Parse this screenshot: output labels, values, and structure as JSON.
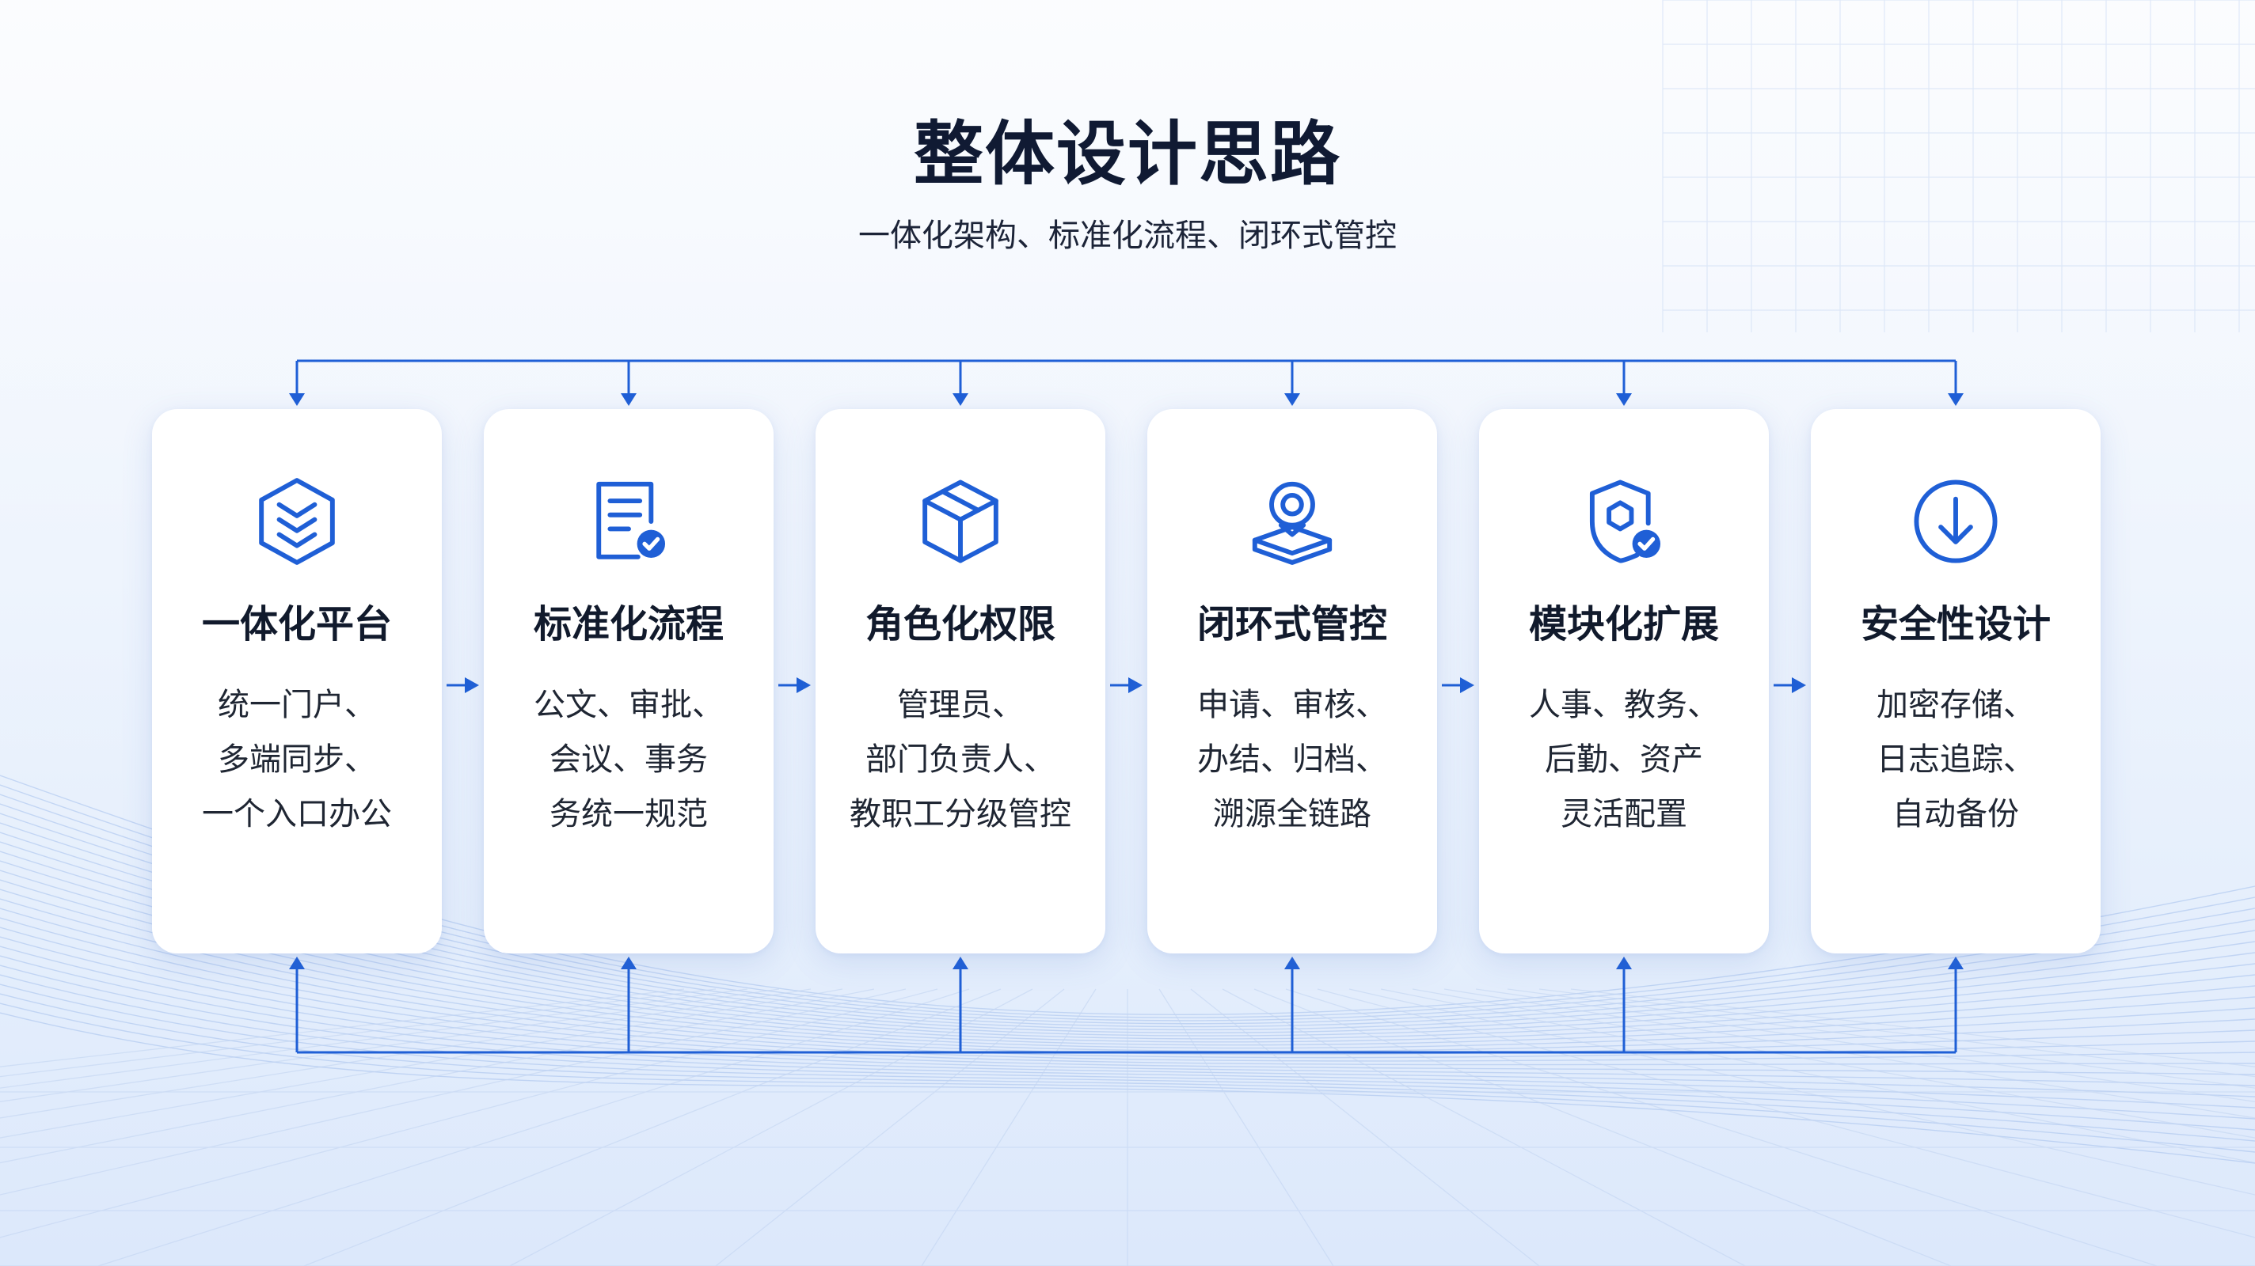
{
  "title": "整体设计思路",
  "subtitle": "一体化架构、标准化流程、闭环式管控",
  "colors": {
    "accent": "#1f5fd6",
    "title": "#101a33",
    "text": "#1f2633",
    "card": "#ffffff"
  },
  "cards": [
    {
      "icon": "layers-hexagon-icon",
      "title": "一体化平台",
      "lines": [
        "统一门户、",
        "多端同步、",
        "一个入口办公"
      ]
    },
    {
      "icon": "document-check-icon",
      "title": "标准化流程",
      "lines": [
        "公文、审批、",
        "会议、事务",
        "务统一规范"
      ]
    },
    {
      "icon": "cube-icon",
      "title": "角色化权限",
      "lines": [
        "管理员、",
        "部门负责人、",
        "教职工分级管控"
      ]
    },
    {
      "icon": "location-pin-platform-icon",
      "title": "闭环式管控",
      "lines": [
        "申请、审核、",
        "办结、归档、",
        "溯源全链路"
      ]
    },
    {
      "icon": "shield-check-icon",
      "title": "模块化扩展",
      "lines": [
        "人事、教务、",
        "后勤、资产",
        "灵活配置"
      ]
    },
    {
      "icon": "download-circle-icon",
      "title": "安全性设计",
      "lines": [
        "加密存储、",
        "日志追踪、",
        "自动备份"
      ]
    }
  ]
}
